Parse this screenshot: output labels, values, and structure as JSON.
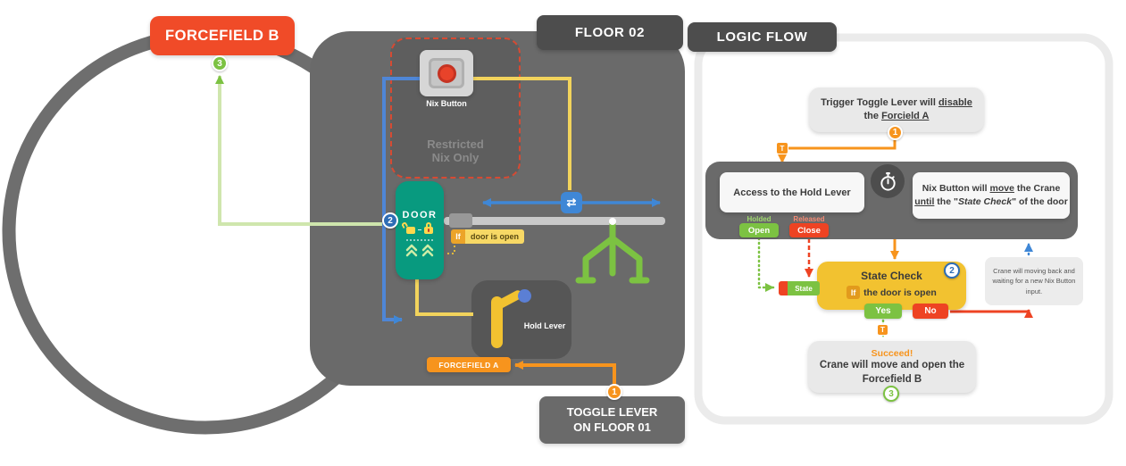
{
  "icons": {
    "loop": "⇄"
  },
  "map": {
    "forcefield_b": "FORCEFIELD B",
    "floor_label": "FLOOR 02",
    "restricted_line1": "Restricted",
    "restricted_line2": "Nix Only",
    "nix_button_label": "Nix Button",
    "door_label": "DOOR",
    "if_chip_if": "If",
    "if_chip_text": "door is open",
    "hold_lever_label": "Hold Lever",
    "forcefield_a": "FORCEFIELD A",
    "toggle_lever_line1": "TOGGLE LEVER",
    "toggle_lever_line2": "ON FLOOR 01",
    "badge_1": "1",
    "badge_2": "2",
    "badge_3": "3"
  },
  "flow": {
    "header": "LOGIC FLOW",
    "badge_1": "1",
    "badge_2": "2",
    "badge_3": "3",
    "lever_chip": "T",
    "trigger": {
      "t1": "Trigger Toggle Lever will ",
      "t2_underline": "disable",
      "t3": "the ",
      "t4_underline": "Forcield A"
    },
    "access_box": "Access to the Hold Lever",
    "holded_label": "Holded",
    "open_button": "Open",
    "released_label": "Released",
    "close_button": "Close",
    "nix": {
      "n1": "Nix Button will ",
      "n2_underline": "move",
      "n3": " the Crane",
      "n4_underline": "until",
      "n5": " the \"",
      "n6_italic": "State Check",
      "n7": "\" of the door"
    },
    "state_check_title": "State Check",
    "state_if": "If",
    "state_condition": "the door is open",
    "yes_button": "Yes",
    "no_button": "No",
    "state_chip": "State",
    "succeed_title": "Succeed!",
    "succeed_line1": "Crane will move and open the",
    "succeed_line2": "Forcefield B",
    "note": "Crane will moving back and waiting for a new Nix Button input."
  }
}
